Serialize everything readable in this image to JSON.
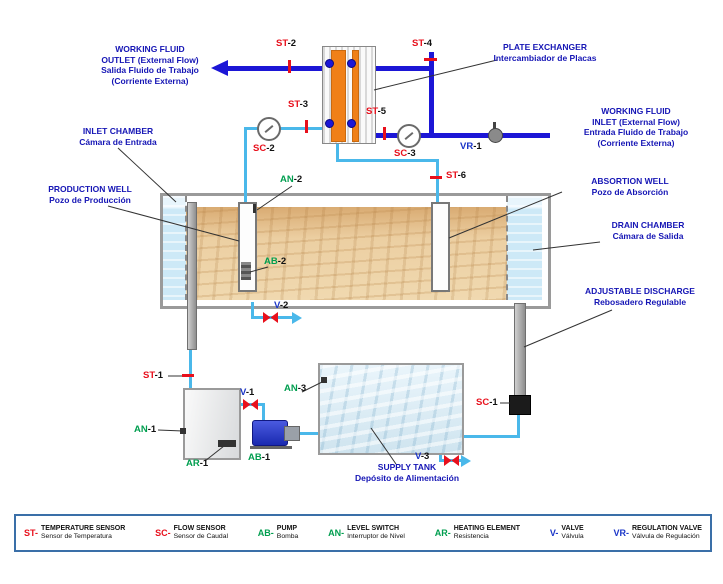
{
  "colors": {
    "label_blue": "#1515b5",
    "tag_red": "#e8101c",
    "tag_green": "#009e4f",
    "tag_blue": "#1a35c8",
    "flow_line": "#1c16d6",
    "pipe": "#4ab8ea",
    "sand": "#ecd0a4",
    "water": "#cde9f7",
    "exchanger_orange": "#f08018"
  },
  "annotations": {
    "working_fluid_outlet": {
      "lines": [
        "WORKING FLUID",
        "OUTLET (External Flow)",
        "Salida Fluido de Trabajo",
        "(Corriente Externa)"
      ]
    },
    "plate_exchanger": {
      "lines": [
        "PLATE EXCHANGER",
        "Intercambiador de Placas"
      ]
    },
    "working_fluid_inlet": {
      "lines": [
        "WORKING FLUID",
        "INLET (External Flow)",
        "Entrada Fluido de Trabajo",
        "(Corriente Externa)"
      ]
    },
    "inlet_chamber": {
      "lines": [
        "INLET CHAMBER",
        "Cámara de Entrada"
      ]
    },
    "production_well": {
      "lines": [
        "PRODUCTION WELL",
        "Pozo de Producción"
      ]
    },
    "absorption_well": {
      "lines": [
        "ABSORTION WELL",
        "Pozo de Absorción"
      ]
    },
    "drain_chamber": {
      "lines": [
        "DRAIN CHAMBER",
        "Cámara de Salida"
      ]
    },
    "adjustable_discharge": {
      "lines": [
        "ADJUSTABLE DISCHARGE",
        "Rebosadero Regulable"
      ]
    },
    "supply_tank": {
      "lines": [
        "SUPPLY TANK",
        "Depósito de Alimentación"
      ]
    }
  },
  "tags": {
    "st1": {
      "prefix": "ST",
      "suffix": "-1"
    },
    "st2": {
      "prefix": "ST",
      "suffix": "-2"
    },
    "st3": {
      "prefix": "ST",
      "suffix": "-3"
    },
    "st4": {
      "prefix": "ST",
      "suffix": "-4"
    },
    "st5": {
      "prefix": "ST",
      "suffix": "-5"
    },
    "st6": {
      "prefix": "ST",
      "suffix": "-6"
    },
    "sc1": {
      "prefix": "SC",
      "suffix": "-1"
    },
    "sc2": {
      "prefix": "SC",
      "suffix": "-2"
    },
    "sc3": {
      "prefix": "SC",
      "suffix": "-3"
    },
    "an1": {
      "prefix": "AN",
      "suffix": "-1"
    },
    "an2": {
      "prefix": "AN",
      "suffix": "-2"
    },
    "an3": {
      "prefix": "AN",
      "suffix": "-3"
    },
    "ab1": {
      "prefix": "AB",
      "suffix": "-1"
    },
    "ab2": {
      "prefix": "AB",
      "suffix": "-2"
    },
    "ar1": {
      "prefix": "AR",
      "suffix": "-1"
    },
    "v1": {
      "prefix": "V",
      "suffix": "-1"
    },
    "v2": {
      "prefix": "V",
      "suffix": "-2"
    },
    "v3": {
      "prefix": "V",
      "suffix": "-3"
    },
    "vr1": {
      "prefix": "VR",
      "suffix": "-1"
    }
  },
  "legend": {
    "items": [
      {
        "prefix": "ST-",
        "en": "TEMPERATURE SENSOR",
        "es": "Sensor de Temperatura",
        "color": "red"
      },
      {
        "prefix": "SC-",
        "en": "FLOW SENSOR",
        "es": "Sensor de Caudal",
        "color": "red"
      },
      {
        "prefix": "AB-",
        "en": "PUMP",
        "es": "Bomba",
        "color": "green"
      },
      {
        "prefix": "AN-",
        "en": "LEVEL SWITCH",
        "es": "Interruptor de Nivel",
        "color": "green"
      },
      {
        "prefix": "AR-",
        "en": "HEATING ELEMENT",
        "es": "Resistencia",
        "color": "green"
      },
      {
        "prefix": "V-",
        "en": "VALVE",
        "es": "Válvula",
        "color": "blue"
      },
      {
        "prefix": "VR-",
        "en": "REGULATION VALVE",
        "es": "Válvula de Regulación",
        "color": "blue"
      }
    ]
  }
}
